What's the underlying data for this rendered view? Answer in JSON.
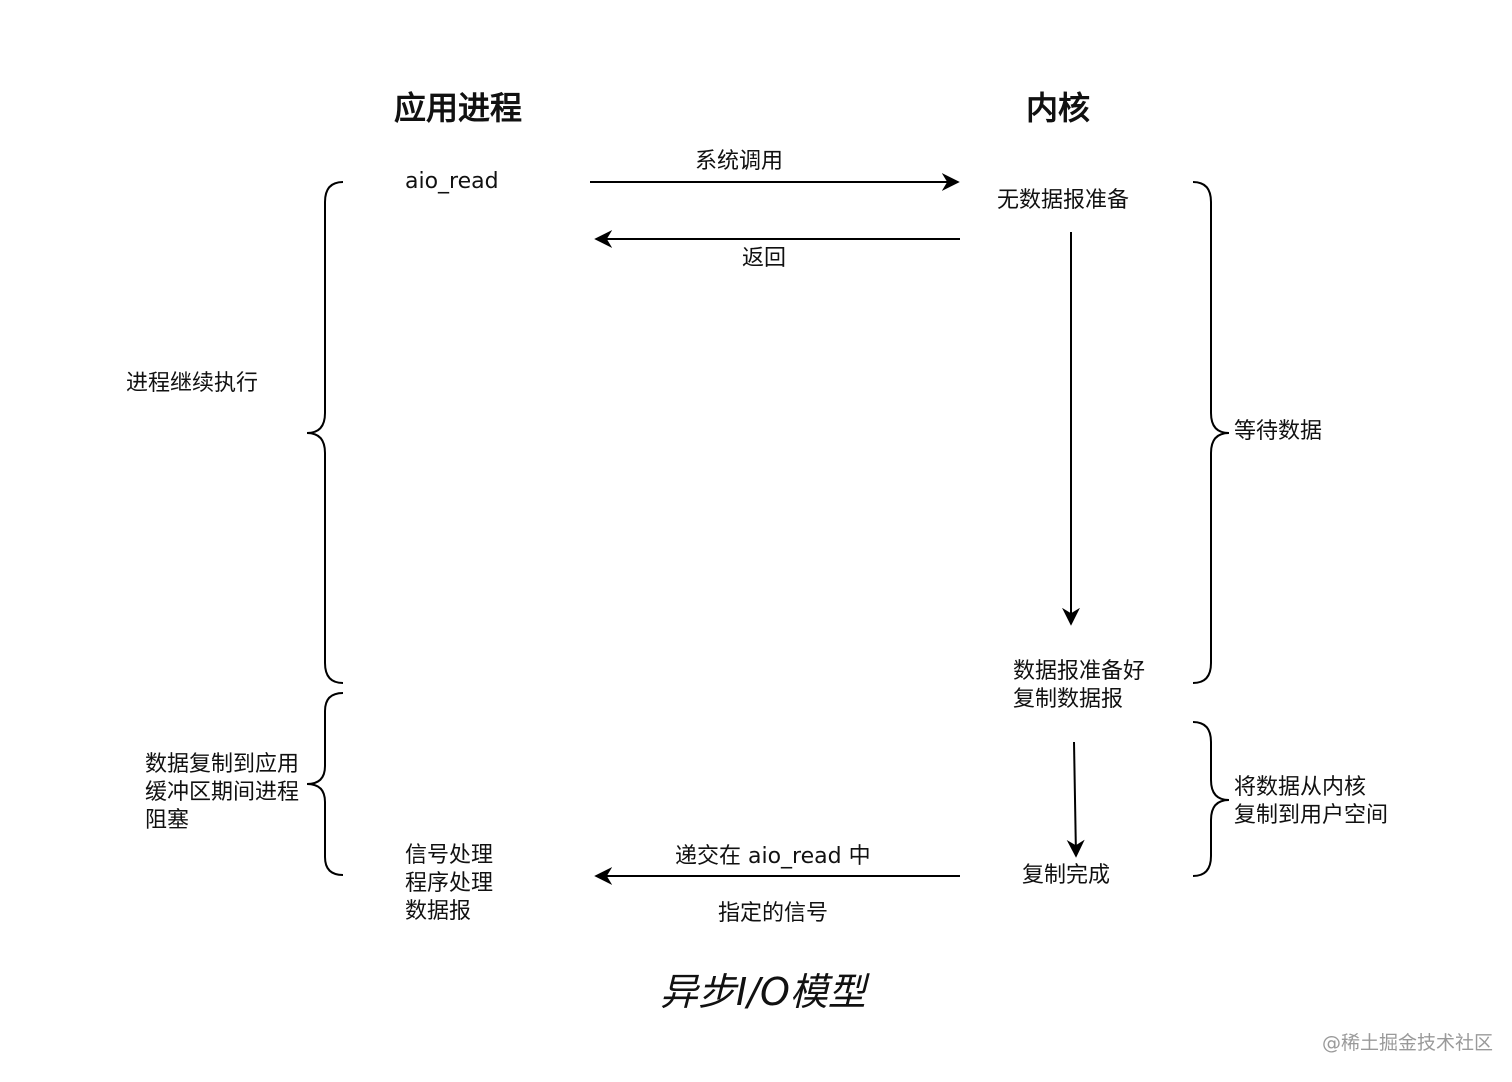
{
  "headers": {
    "app": "应用进程",
    "kernel": "内核"
  },
  "app_side": {
    "call": "aio_read",
    "signal_handler": [
      "信号处理",
      "程序处理",
      "数据报"
    ]
  },
  "arrows": {
    "syscall": "系统调用",
    "return": "返回",
    "deliver_line1": "递交在 aio_read 中",
    "deliver_line2": "指定的信号"
  },
  "kernel_side": {
    "no_data": "无数据报准备",
    "data_ready": [
      "数据报准备好",
      "复制数据报"
    ],
    "copy_done": "复制完成"
  },
  "left_phases": {
    "continue": "进程继续执行",
    "blocked": [
      "数据复制到应用",
      "缓冲区期间进程",
      "阻塞"
    ]
  },
  "right_phases": {
    "wait": "等待数据",
    "copy": [
      "将数据从内核",
      "复制到用户空间"
    ]
  },
  "caption": "异步I/O模型",
  "watermark": "@稀土掘金技术社区"
}
